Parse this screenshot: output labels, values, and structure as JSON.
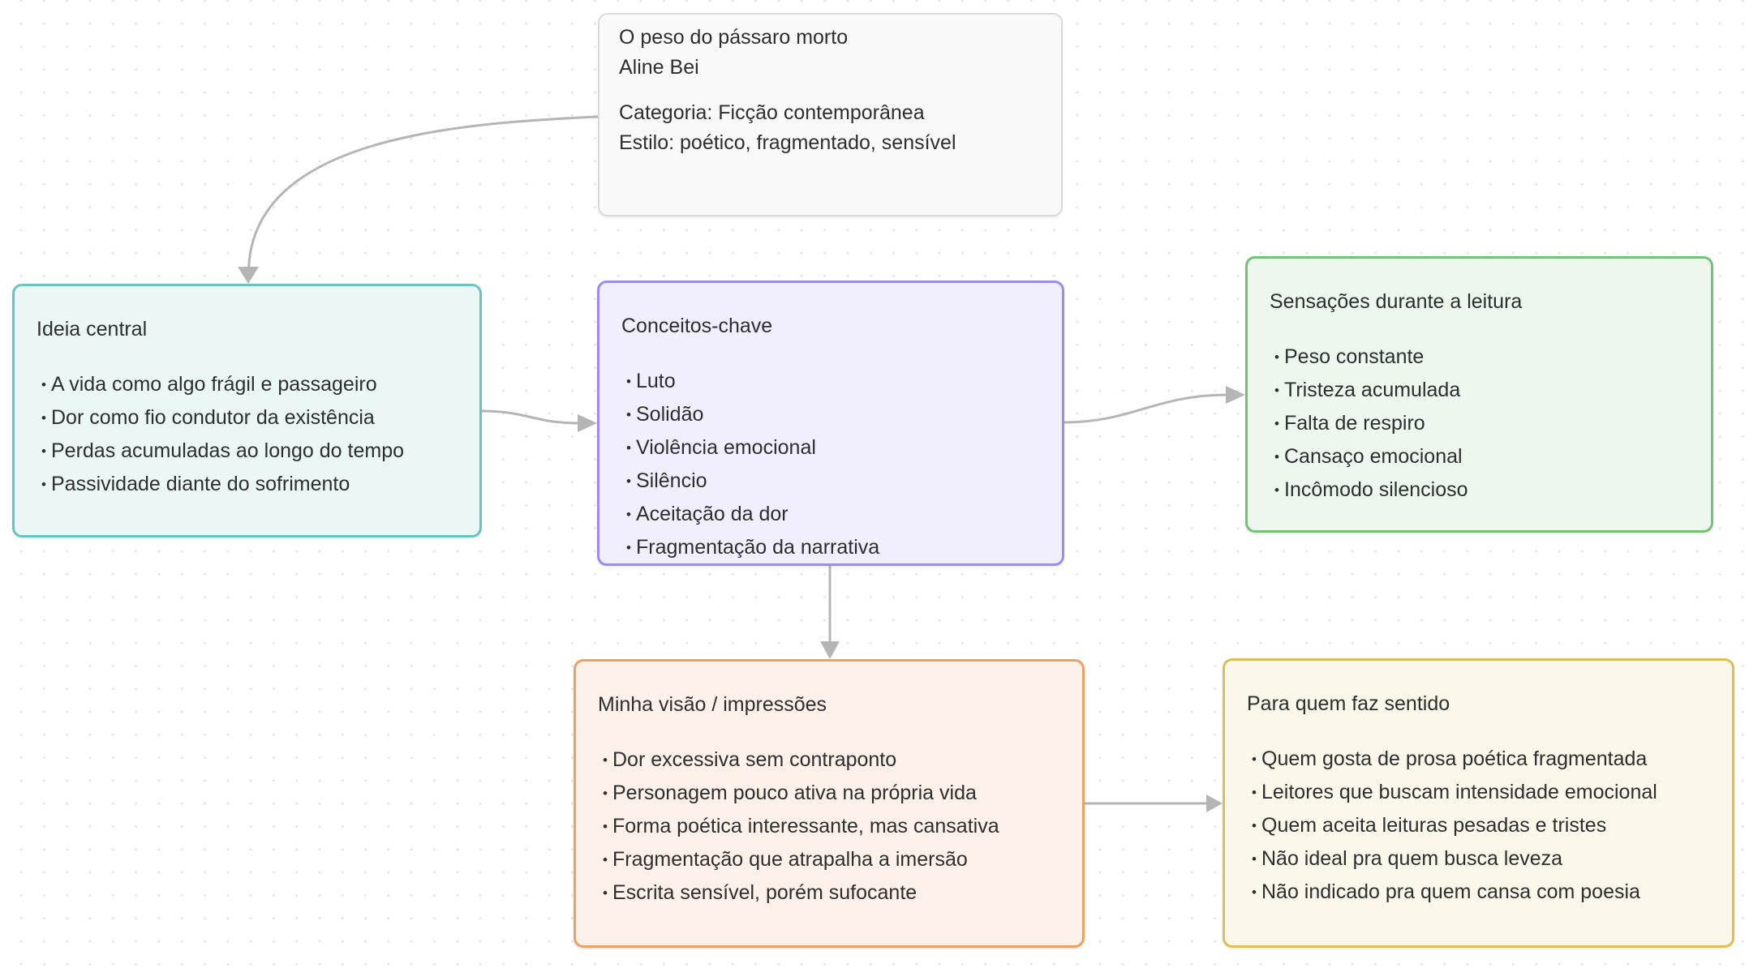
{
  "canvas": {
    "background_dot_color": "#e3e3e3",
    "connector_color": "#b5b5b5",
    "text_color": "#2e2e2e"
  },
  "nodes": {
    "book": {
      "title": "O peso do pássaro morto",
      "author": "Aline Bei",
      "category": "Categoria: Ficção contemporânea",
      "style": "Estilo: poético, fragmentado, sensível",
      "border_color": "#d9d9d9",
      "fill_color": "#f9f9f9"
    },
    "ideia_central": {
      "title": "Ideia central",
      "bullets": [
        "A vida como algo frágil e passageiro",
        "Dor como fio condutor da existência",
        "Perdas acumuladas ao longo do tempo",
        "Passividade diante do sofrimento"
      ],
      "border_color": "#69c4bf",
      "fill_color": "#eaf7f5"
    },
    "conceitos_chave": {
      "title": "Conceitos-chave",
      "bullets": [
        "Luto",
        "Solidão",
        "Violência emocional",
        "Silêncio",
        "Aceitação da dor",
        "Fragmentação da narrativa"
      ],
      "border_color": "#9c8cf2",
      "fill_color": "#f1eefd"
    },
    "sensacoes": {
      "title": "Sensações durante a leitura",
      "bullets": [
        "Peso constante",
        "Tristeza acumulada",
        "Falta de respiro",
        "Cansaço emocional",
        "Incômodo silencioso"
      ],
      "border_color": "#74c178",
      "fill_color": "#edf7ed"
    },
    "minha_visao": {
      "title": "Minha visão / impressões",
      "bullets": [
        "Dor excessiva sem contraponto",
        "Personagem pouco ativa na própria vida",
        "Forma poética interessante, mas cansativa",
        "Fragmentação que atrapalha a imersão",
        "Escrita sensível, porém sufocante"
      ],
      "border_color": "#eba164",
      "fill_color": "#fdf1e9"
    },
    "para_quem": {
      "title": "Para quem faz sentido",
      "bullets": [
        "Quem gosta de prosa poética fragmentada",
        "Leitores que buscam intensidade emocional",
        "Quem aceita leituras pesadas e tristes",
        "Não ideal pra quem busca leveza",
        "Não indicado pra quem cansa com poesia"
      ],
      "border_color": "#dcbf57",
      "fill_color": "#fbf7ea"
    }
  },
  "connectors": [
    {
      "from": "book",
      "to": "ideia_central"
    },
    {
      "from": "ideia_central",
      "to": "conceitos_chave"
    },
    {
      "from": "conceitos_chave",
      "to": "sensacoes"
    },
    {
      "from": "conceitos_chave",
      "to": "minha_visao"
    },
    {
      "from": "minha_visao",
      "to": "para_quem"
    }
  ]
}
